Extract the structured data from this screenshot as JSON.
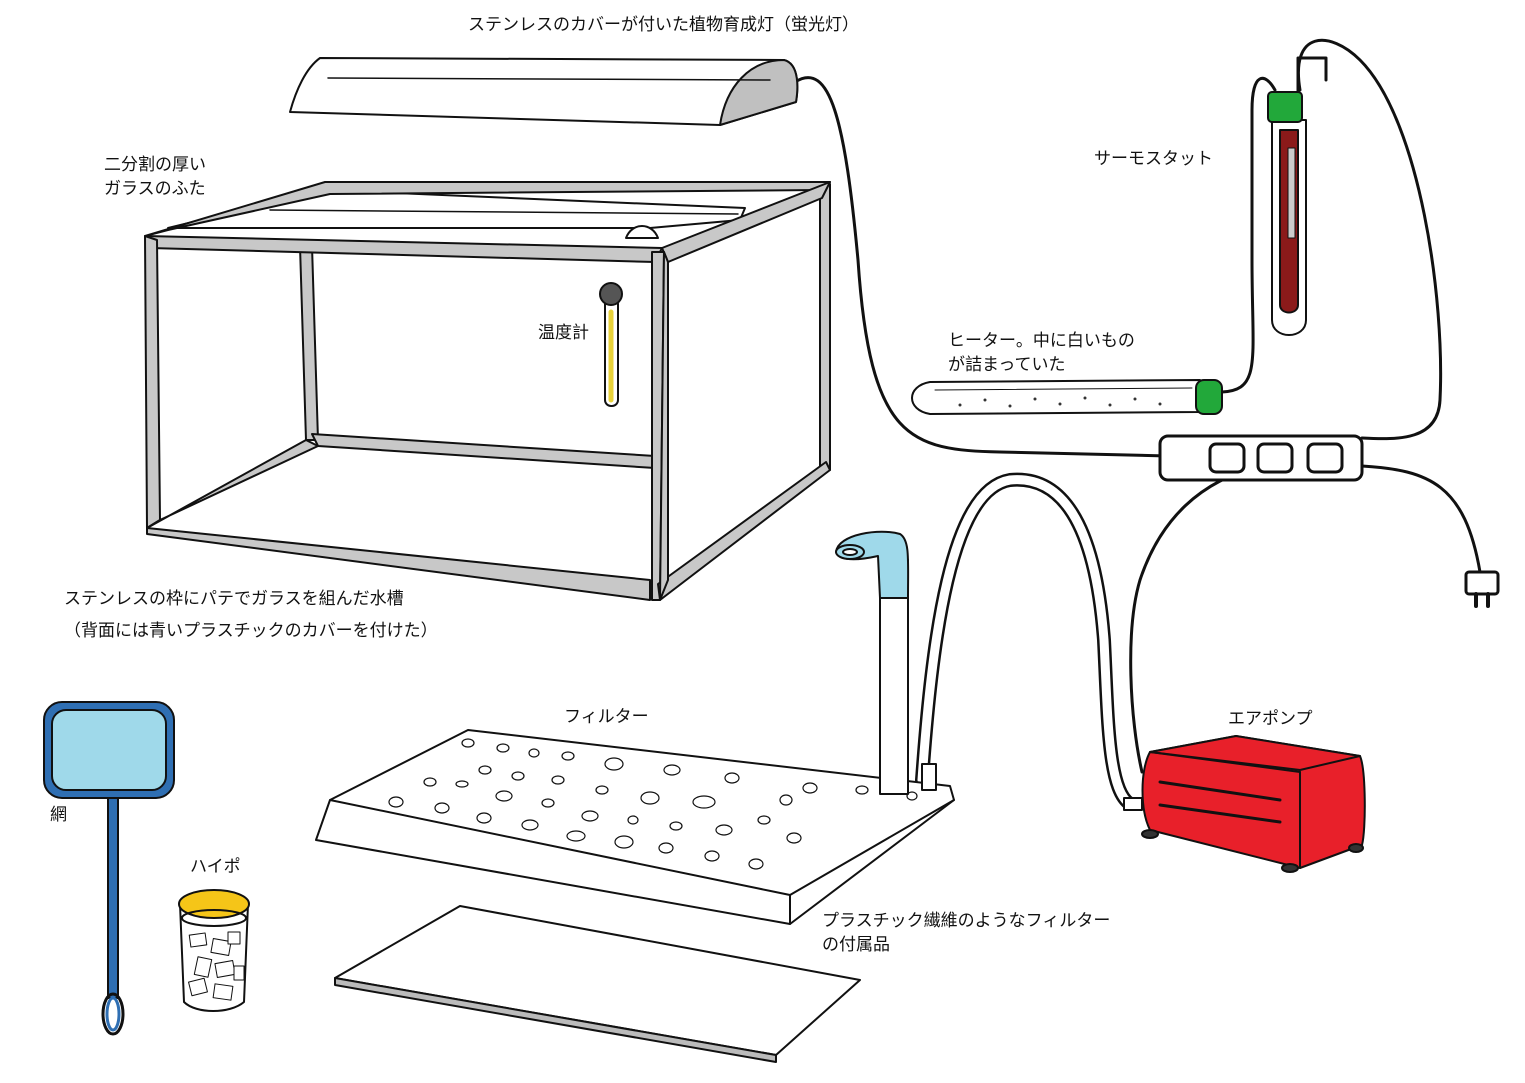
{
  "labels": {
    "grow_light": "ステンレスのカバーが付いた植物育成灯（蛍光灯）",
    "glass_lid_line1": "二分割の厚い",
    "glass_lid_line2": "ガラスのふた",
    "thermostat": "サーモスタット",
    "thermometer": "温度計",
    "heater_line1": "ヒーター。中に白いもの",
    "heater_line2": "が詰まっていた",
    "tank_line1": "ステンレスの枠にパテでガラスを組んだ水槽",
    "tank_line2": "（背面には青いプラスチックのカバーを付けた）",
    "filter": "フィルター",
    "air_pump": "エアポンプ",
    "net": "網",
    "hypo": "ハイポ",
    "filter_media_line1": "プラスチック繊維のようなフィルター",
    "filter_media_line2": "の付属品"
  },
  "colors": {
    "outline": "#111111",
    "frame_gray": "#c8c8c8",
    "light_cover_end": "#c0c0c0",
    "water_blue": "#9fd9ea",
    "net_frame_blue": "#2f6fb3",
    "pump_red": "#e8202a",
    "heater_green": "#22a83a",
    "thermostat_red": "#8b1a1a",
    "hypo_lid_yellow": "#f5c518",
    "thermometer_yellow": "#e8d23a"
  }
}
